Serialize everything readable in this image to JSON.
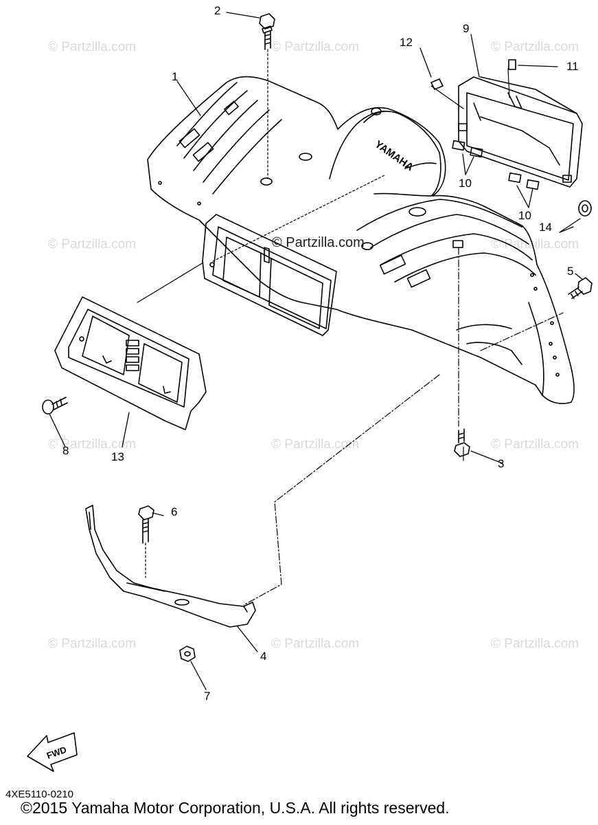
{
  "watermark": "© Partzilla.com",
  "watermark_center": "© Partzilla.com",
  "emblem_text": "YAMAHA",
  "fwd_label": "FWD",
  "diagram_code": "4XE5110-0210",
  "copyright": "©2015 Yamaha Motor Corporation, U.S.A. All rights reserved.",
  "callouts": {
    "c1": "1",
    "c2": "2",
    "c3": "3",
    "c4": "4",
    "c5": "5",
    "c6": "6",
    "c7": "7",
    "c8": "8",
    "c9": "9",
    "c10a": "10",
    "c10b": "10",
    "c11": "11",
    "c12": "12",
    "c13": "13",
    "c14": "14"
  },
  "colors": {
    "line": "#000000",
    "watermark": "#d9d9d9",
    "background": "#ffffff"
  }
}
